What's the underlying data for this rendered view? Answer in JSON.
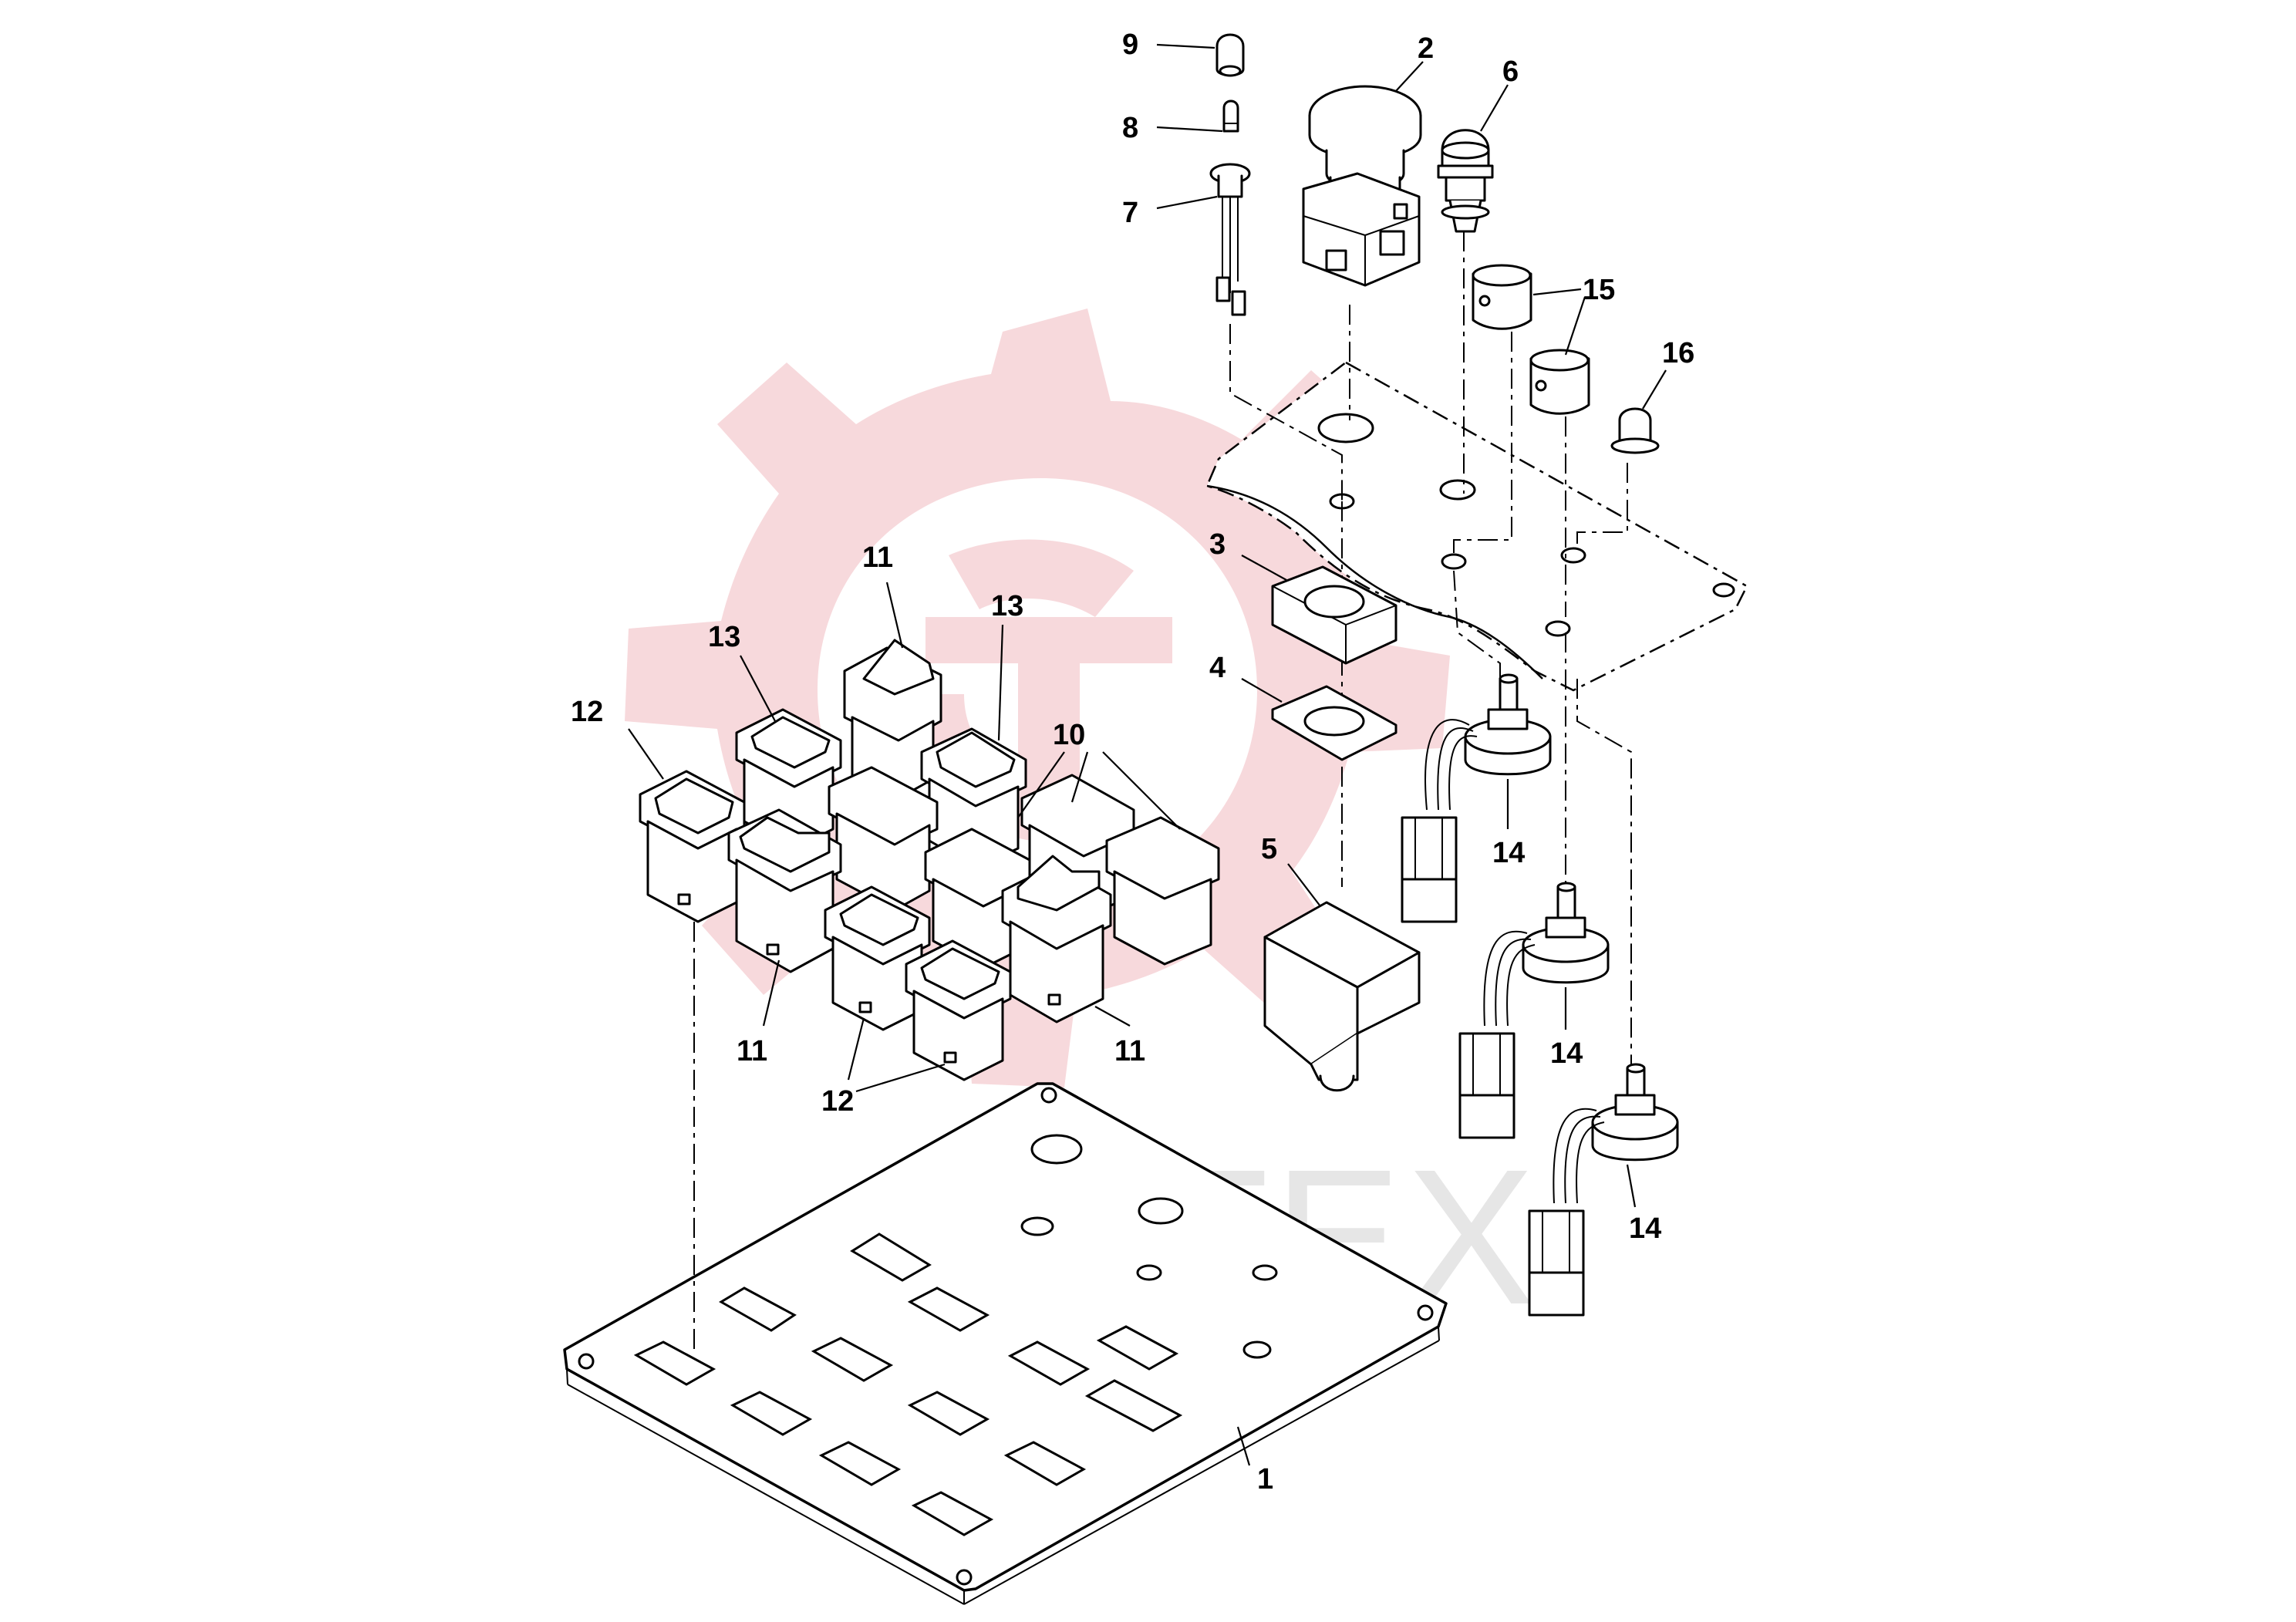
{
  "watermark": {
    "text": "ИНТЕХ",
    "gear_color": "#f7d9dc",
    "text_color": "#e6e6e6"
  },
  "callouts": [
    {
      "id": "c1",
      "label": "1"
    },
    {
      "id": "c2",
      "label": "2"
    },
    {
      "id": "c3",
      "label": "3"
    },
    {
      "id": "c4",
      "label": "4"
    },
    {
      "id": "c5",
      "label": "5"
    },
    {
      "id": "c6",
      "label": "6"
    },
    {
      "id": "c7",
      "label": "7"
    },
    {
      "id": "c8",
      "label": "8"
    },
    {
      "id": "c9",
      "label": "9"
    },
    {
      "id": "c10",
      "label": "10"
    },
    {
      "id": "c11a",
      "label": "11"
    },
    {
      "id": "c11b",
      "label": "11"
    },
    {
      "id": "c11c",
      "label": "11"
    },
    {
      "id": "c12a",
      "label": "12"
    },
    {
      "id": "c12b",
      "label": "12"
    },
    {
      "id": "c13a",
      "label": "13"
    },
    {
      "id": "c13b",
      "label": "13"
    },
    {
      "id": "c14a",
      "label": "14"
    },
    {
      "id": "c14b",
      "label": "14"
    },
    {
      "id": "c14c",
      "label": "14"
    },
    {
      "id": "c15",
      "label": "15"
    },
    {
      "id": "c16",
      "label": "16"
    }
  ]
}
